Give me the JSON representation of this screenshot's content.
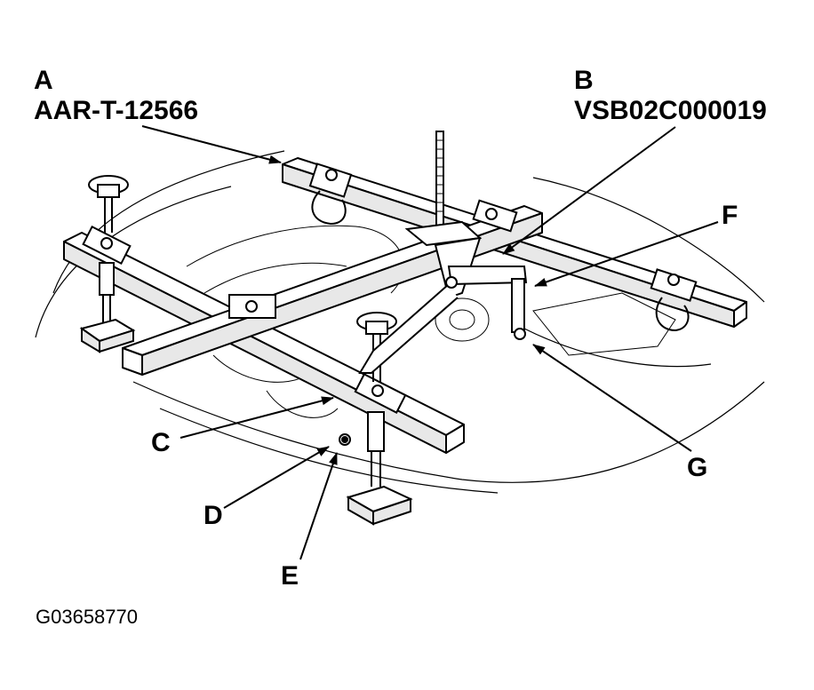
{
  "callouts": {
    "a_letter": "A",
    "a_part": "AAR-T-12566",
    "b_letter": "B",
    "b_part": "VSB02C000019",
    "c": "C",
    "d": "D",
    "e": "E",
    "f": "F",
    "g": "G"
  },
  "figure_id": "G03658770",
  "colors": {
    "ink": "#000000",
    "paper": "#ffffff",
    "shade": "#e8e8e8"
  }
}
